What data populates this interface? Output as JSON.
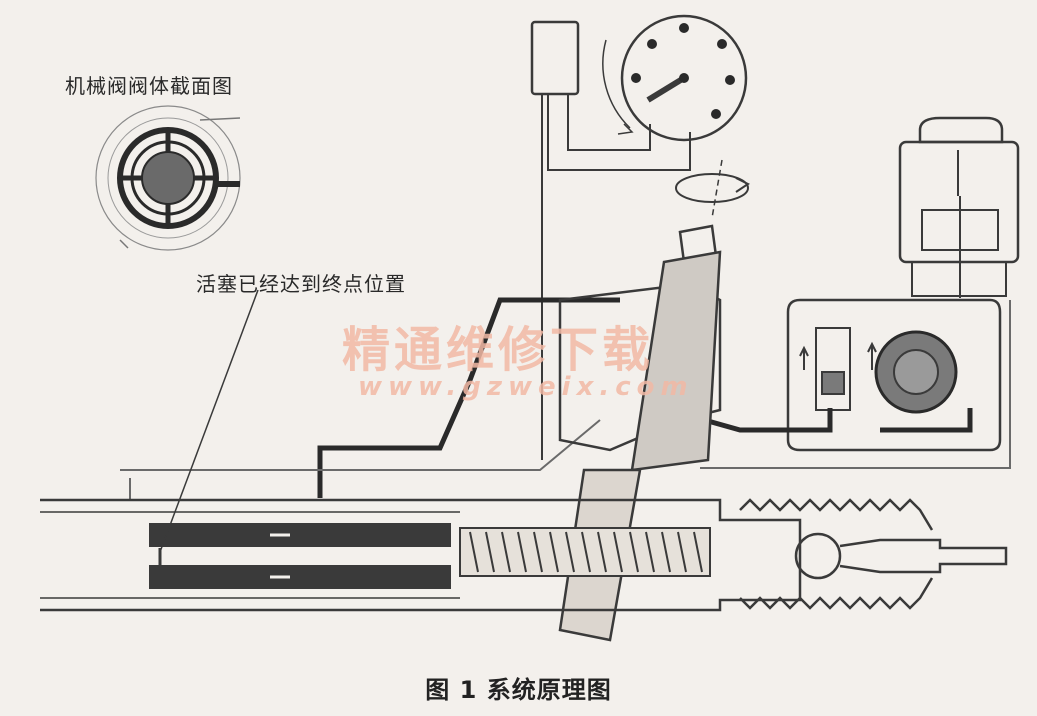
{
  "labels": {
    "valve_section_title": "机械阀阀体截面图",
    "piston_status": "活塞已经达到终点位置",
    "caption": "图 1  系统原理图"
  },
  "watermark": {
    "line1": "精通维修下载",
    "line2": "www.gzweix.com"
  },
  "colors": {
    "background": "#f3f0ec",
    "line": "#3a3a3a",
    "watermark": "#f2b9a5"
  }
}
